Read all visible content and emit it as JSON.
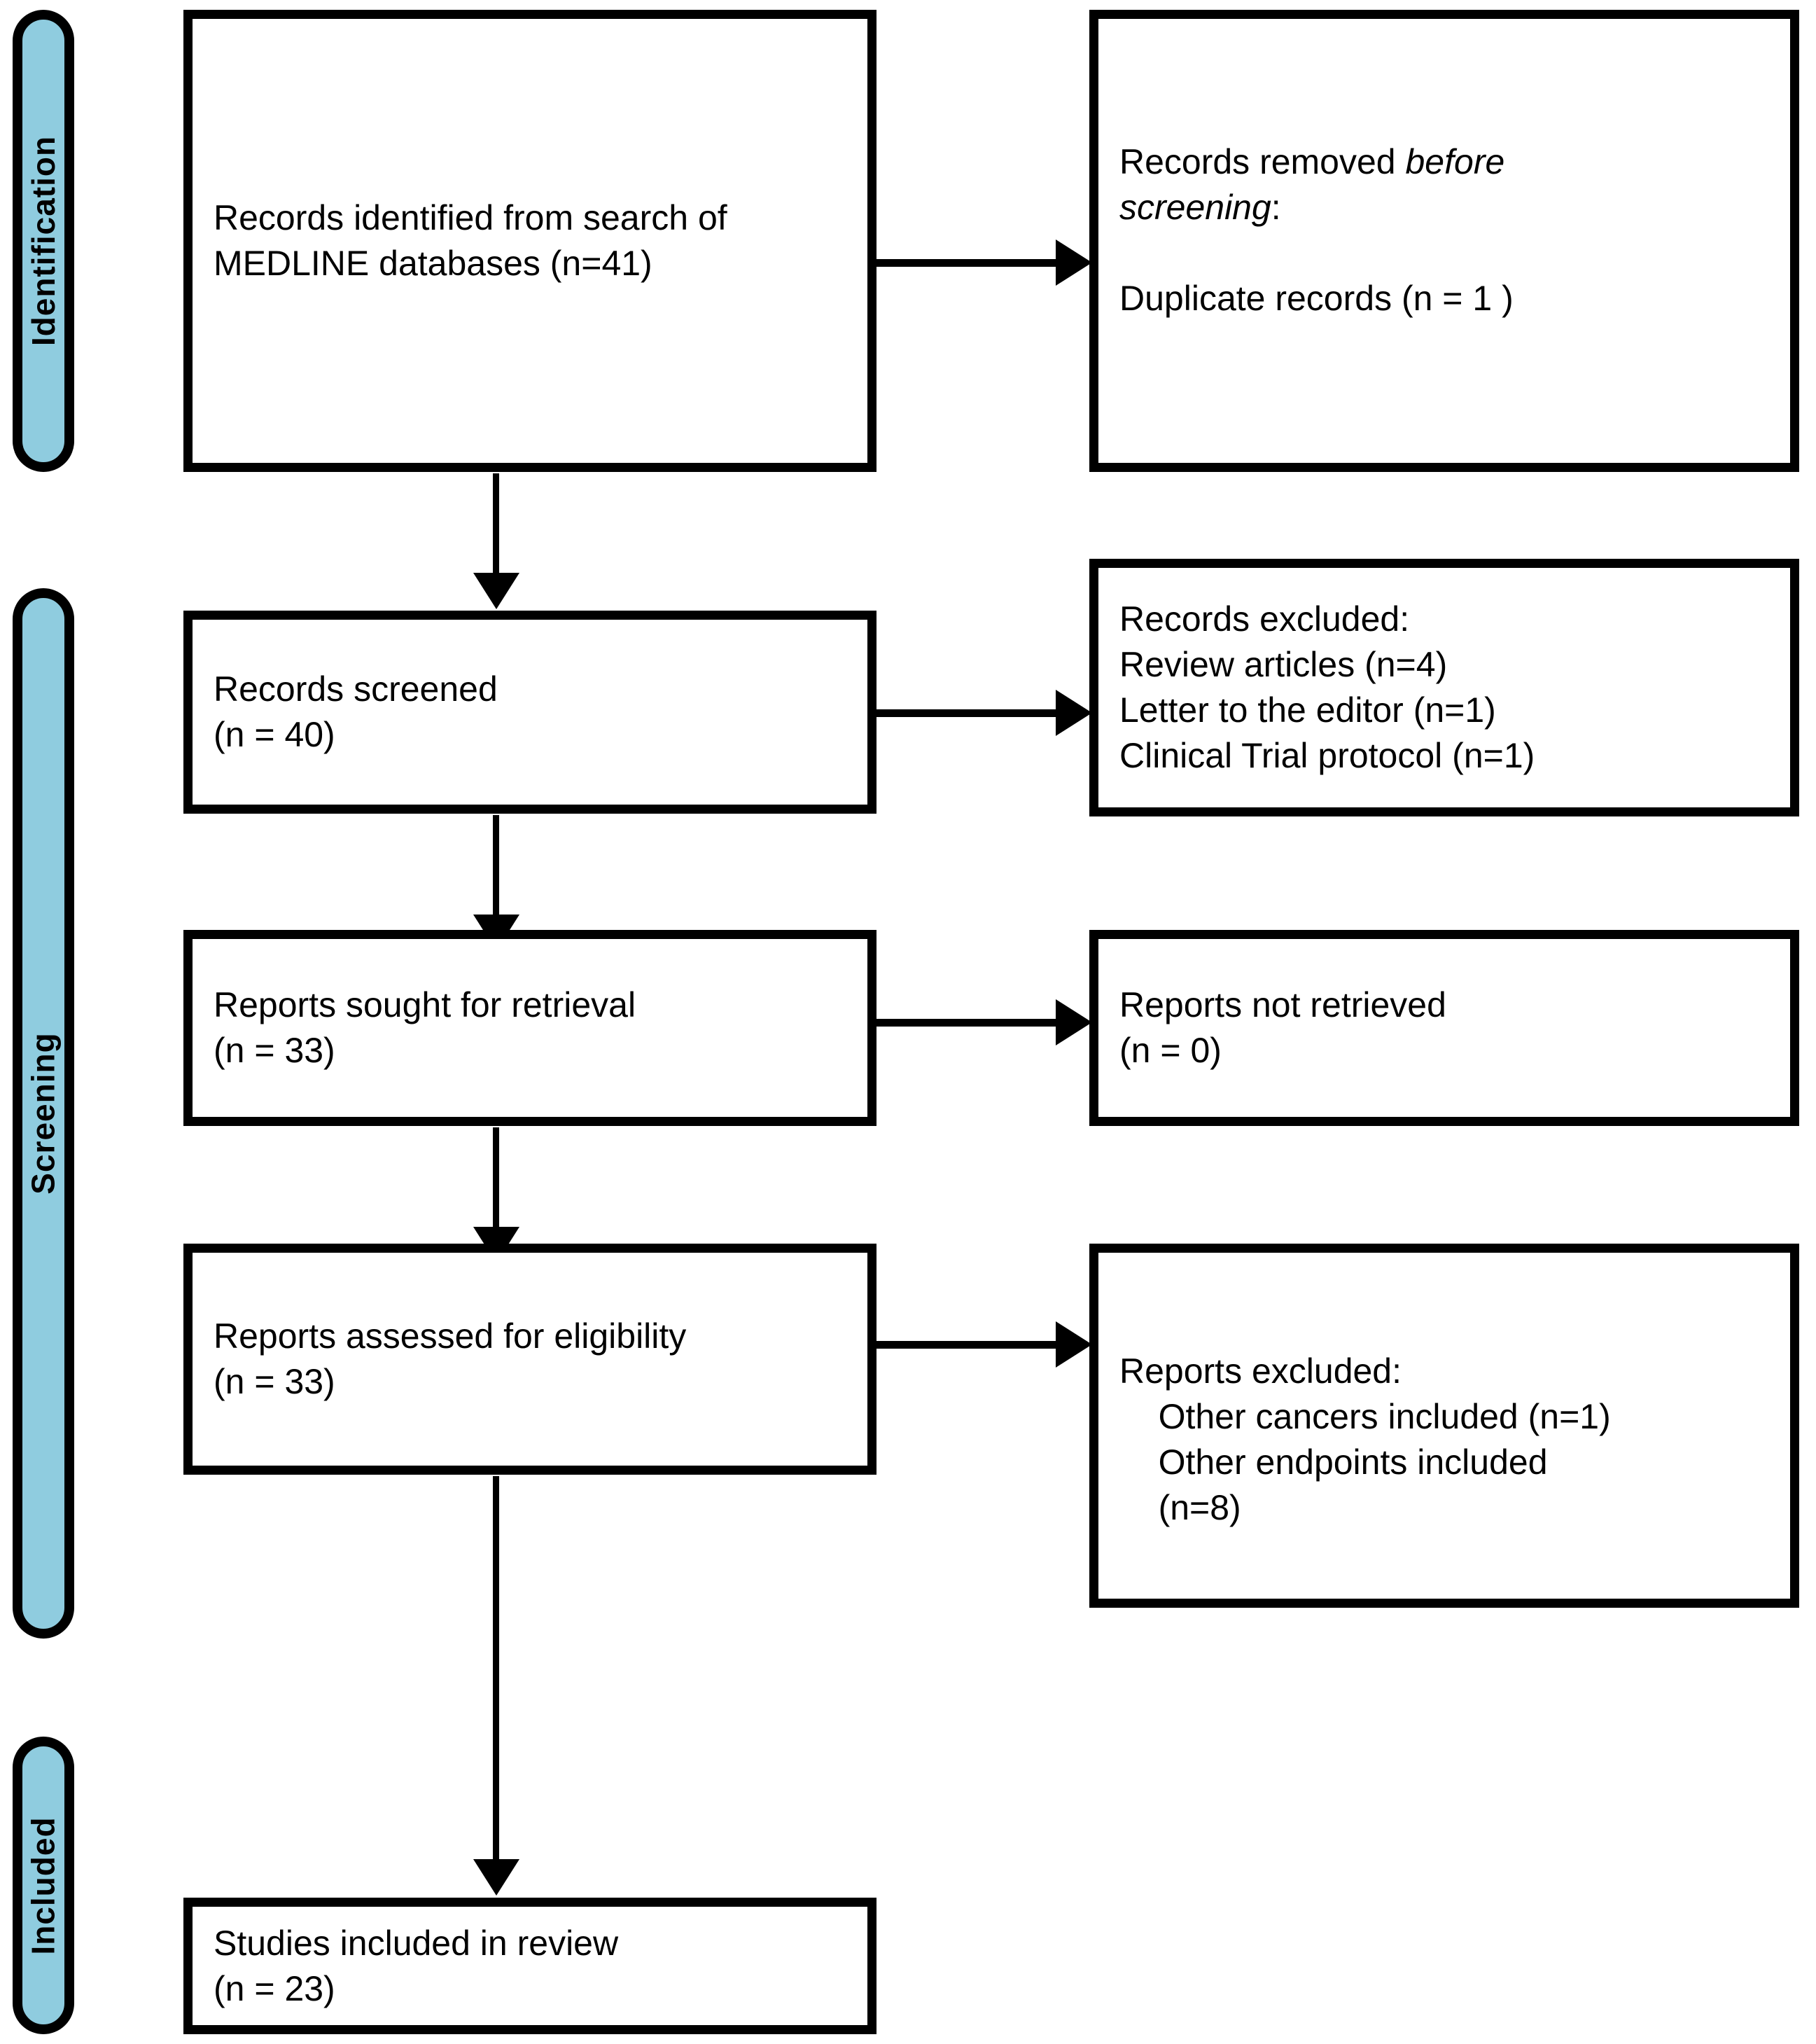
{
  "diagram": {
    "title": "PRISMA 2020 flow diagram",
    "accent_color": "#8FCCDF",
    "line_color": "#000000",
    "background_color": "#FFFFFF"
  },
  "phases": [
    {
      "id": "identification",
      "label": "Identification"
    },
    {
      "id": "screening",
      "label": "Screening"
    },
    {
      "id": "included",
      "label": "Included"
    }
  ],
  "boxes": {
    "records_identified": {
      "line1": "Records identified from search of",
      "line2": "MEDLINE databases (n=41)",
      "count": 41
    },
    "records_removed": {
      "line1_plain": "Records removed ",
      "line1_em": "before",
      "line2_em": "screening",
      "line2_plain": ":",
      "line3": "Duplicate records (n = 1 )",
      "count": 1
    },
    "records_screened": {
      "line1": "Records screened",
      "line2": "(n = 40)",
      "count": 40
    },
    "records_excluded": {
      "line1": "Records excluded:",
      "line2": "Review articles (n=4)",
      "line3": "Letter to the editor (n=1)",
      "line4": "Clinical Trial protocol (n=1)",
      "counts": [
        4,
        1,
        1
      ]
    },
    "reports_sought": {
      "line1": "Reports sought for retrieval",
      "line2": "(n = 33)",
      "count": 33
    },
    "reports_not_retrieved": {
      "line1": "Reports not retrieved",
      "line2": "(n = 0)",
      "count": 0
    },
    "reports_assessed": {
      "line1": "Reports assessed for eligibility",
      "line2": "(n = 33)",
      "count": 33
    },
    "reports_excluded": {
      "line1": "Reports excluded:",
      "line2": "    Other cancers included (n=1)",
      "line3": "    Other endpoints included",
      "line4": "    (n=8)",
      "counts": [
        1,
        8
      ]
    },
    "studies_included": {
      "line1": "Studies included in review",
      "line2": "(n = 23)",
      "count": 23
    }
  },
  "connectors": [
    {
      "id": "identified-to-removed",
      "from": "records_identified",
      "to": "records_removed",
      "direction": "right"
    },
    {
      "id": "identified-to-screened",
      "from": "records_identified",
      "to": "records_screened",
      "direction": "down"
    },
    {
      "id": "screened-to-excluded",
      "from": "records_screened",
      "to": "records_excluded",
      "direction": "right"
    },
    {
      "id": "screened-to-sought",
      "from": "records_screened",
      "to": "reports_sought",
      "direction": "down"
    },
    {
      "id": "sought-to-not-retrieved",
      "from": "reports_sought",
      "to": "reports_not_retrieved",
      "direction": "right"
    },
    {
      "id": "sought-to-assessed",
      "from": "reports_sought",
      "to": "reports_assessed",
      "direction": "down"
    },
    {
      "id": "assessed-to-excluded",
      "from": "reports_assessed",
      "to": "reports_excluded",
      "direction": "right"
    },
    {
      "id": "assessed-to-included",
      "from": "reports_assessed",
      "to": "studies_included",
      "direction": "down"
    }
  ]
}
